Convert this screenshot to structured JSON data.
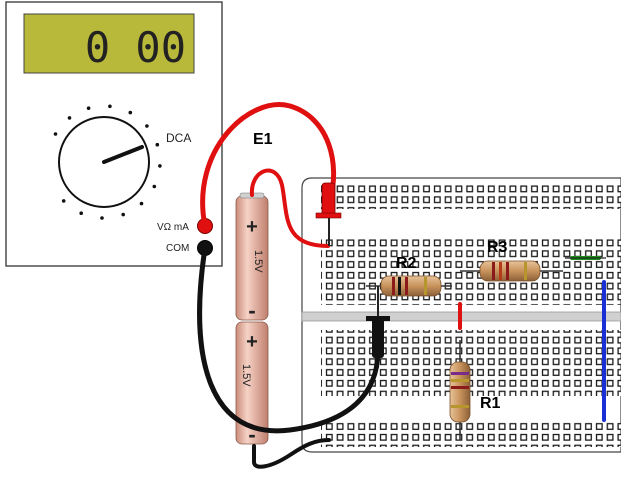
{
  "meter": {
    "display": "0 00",
    "mode_label": "DCA",
    "port_v_label": "VΩ mA",
    "port_com_label": "COM"
  },
  "battery_label": "E1",
  "cells": [
    {
      "voltage": "1.5V",
      "plus": "+",
      "minus": "-"
    },
    {
      "voltage": "1.5V",
      "plus": "+",
      "minus": "-"
    }
  ],
  "resistors": {
    "r1": "R1",
    "r2": "R2",
    "r3": "R3"
  },
  "colors": {
    "lead_red": "#e01010",
    "lead_black": "#111111",
    "jumper_blue": "#1a2fd6",
    "jumper_green": "#1a8f1a",
    "lcd_bg": "#b8b83a",
    "cell_body": "#eeb8a4",
    "resistor_body": "#d8a874"
  }
}
